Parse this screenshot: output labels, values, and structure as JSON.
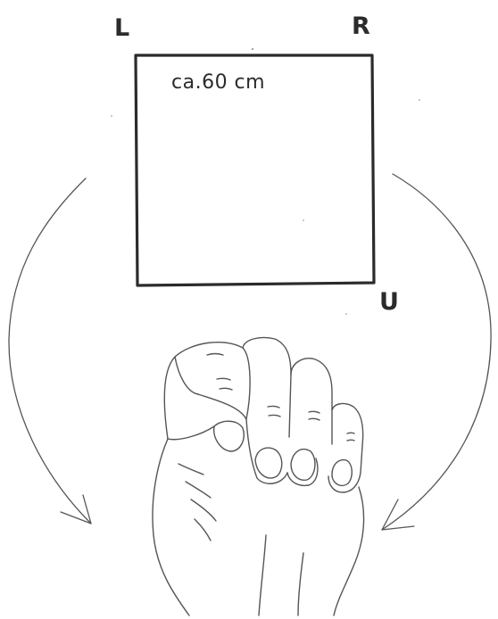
{
  "labels": {
    "left": "L",
    "right": "R",
    "bottom": "U"
  },
  "square": {
    "size_label": "ca.60 cm"
  },
  "colors": {
    "ink": "#2b2b2b",
    "thin_ink": "#555555",
    "background": "#ffffff"
  },
  "icons": {
    "hand": "fist-hand-icon",
    "left_arrow": "curved-arrow-down-left-icon",
    "right_arrow": "curved-arrow-down-right-icon"
  }
}
